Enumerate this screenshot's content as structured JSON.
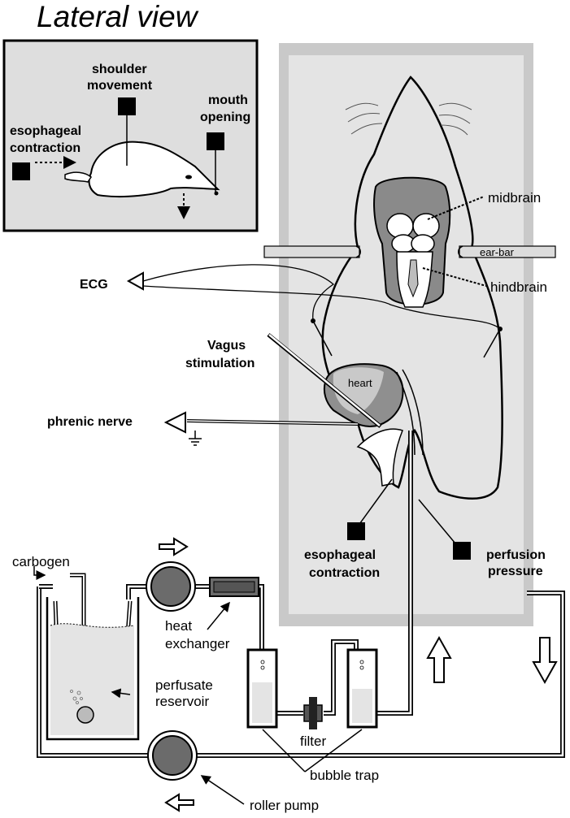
{
  "title": "Lateral view",
  "inset": {
    "shoulder_movement": [
      "shoulder",
      "movement"
    ],
    "mouth_opening": [
      "mouth",
      "opening"
    ],
    "esophageal_contraction": [
      "esophageal",
      "contraction"
    ]
  },
  "labels": {
    "midbrain": "midbrain",
    "hindbrain": "hindbrain",
    "ear_bar": "ear-bar",
    "ecg": "ECG",
    "vagus": [
      "Vagus",
      "stimulation"
    ],
    "heart": "heart",
    "phrenic": "phrenic nerve",
    "esophageal": [
      "esophageal",
      "contraction"
    ],
    "perfusion": [
      "perfusion",
      "pressure"
    ],
    "carbogen": "carbogen",
    "heat_exchanger": [
      "heat",
      "exchanger"
    ],
    "reservoir": [
      "perfusate",
      "reservoir"
    ],
    "filter": "filter",
    "bubble_trap": "bubble trap",
    "roller_pump": "roller pump"
  },
  "colors": {
    "tray_outer": "#c9c9c9",
    "tray_inner": "#e4e4e4",
    "brain_dark": "#8a8a8a",
    "heart": "#8f8f8f",
    "pump": "#6b6b6b",
    "inset_bg": "#dedede"
  }
}
